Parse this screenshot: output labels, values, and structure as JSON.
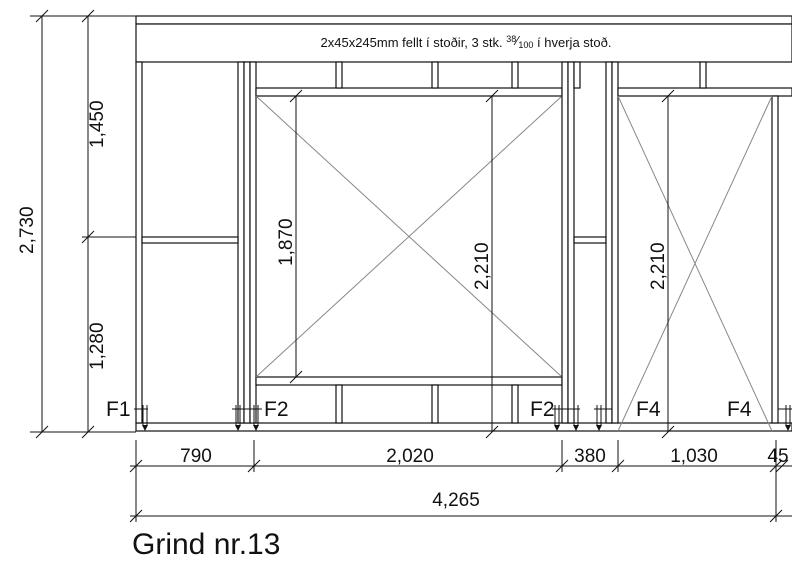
{
  "drawing": {
    "title": "Grind nr.13",
    "beam_note": {
      "main": "2x45x245mm fellt í stoðir, 3 stk. ",
      "sup": "38",
      "slash": "⁄",
      "sub": "100",
      "rest": " í hverja stoð."
    },
    "dimensions": {
      "total_height": "2,730",
      "upper_height": "1,450",
      "lower_height": "1,280",
      "opening1_height": "1,870",
      "opening1_inner_height": "2,210",
      "opening2_height": "2,210",
      "bottom_widths": [
        "790",
        "2,020",
        "380",
        "1,030",
        "45"
      ],
      "total_width": "4,265"
    },
    "anchors": [
      "F1",
      "F2",
      "F2",
      "F4",
      "F4"
    ]
  }
}
